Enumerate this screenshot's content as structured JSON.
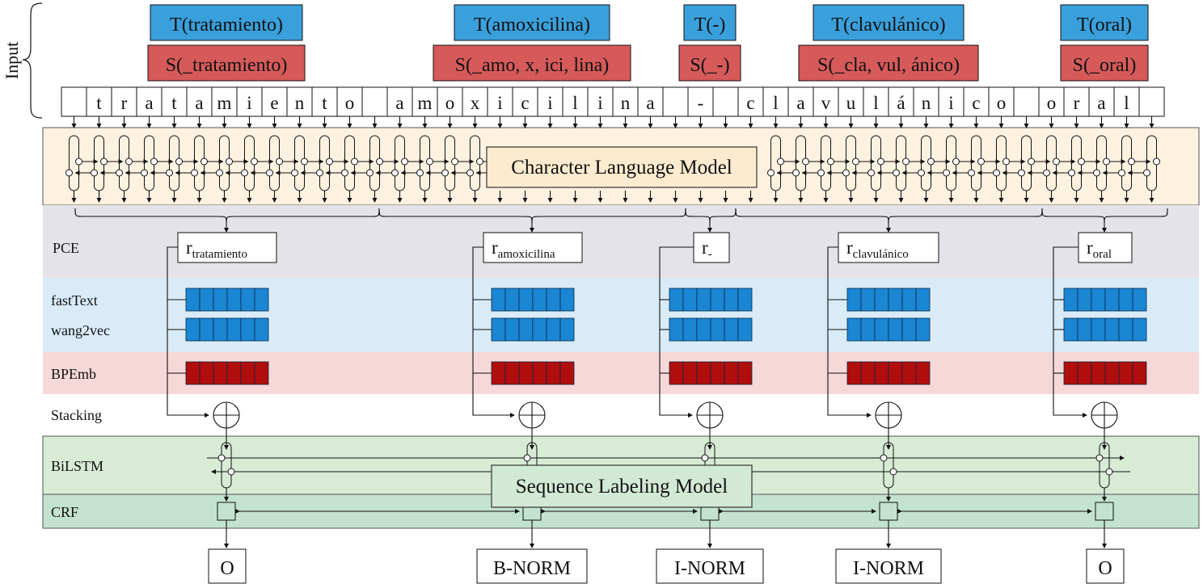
{
  "input_label": "Input",
  "tokens": [
    {
      "t": "T(tratamiento)",
      "s": "S(_tratamiento)"
    },
    {
      "t": "T(amoxicilina)",
      "s": "S(_amo, x, ici, lina)"
    },
    {
      "t": "T(-)",
      "s": "S(_-)"
    },
    {
      "t": "T(clavulánico)",
      "s": "S(_cla, vul, ánico)"
    },
    {
      "t": "T(oral)",
      "s": "S(_oral)"
    }
  ],
  "characters": [
    "",
    "t",
    "r",
    "a",
    "t",
    "a",
    "m",
    "i",
    "e",
    "n",
    "t",
    "o",
    "",
    "a",
    "m",
    "o",
    "x",
    "i",
    "c",
    "i",
    "l",
    "i",
    "n",
    "a",
    "",
    "-",
    "",
    "c",
    "l",
    "a",
    "v",
    "u",
    "l",
    "á",
    "n",
    "i",
    "c",
    "o",
    "",
    "o",
    "r",
    "a",
    "l",
    ""
  ],
  "char_lm_label": "Character Language Model",
  "layers": {
    "pce": "PCE",
    "fasttext": "fastText",
    "wang2vec": "wang2vec",
    "bpemb": "BPEmb",
    "stacking": "Stacking",
    "bilstm": "BiLSTM",
    "crf": "CRF"
  },
  "pce_reps": [
    {
      "base": "r",
      "sub": "tratamiento"
    },
    {
      "base": "r",
      "sub": "amoxicilina"
    },
    {
      "base": "r",
      "sub": "-"
    },
    {
      "base": "r",
      "sub": "clavulánico"
    },
    {
      "base": "r",
      "sub": "oral"
    }
  ],
  "seq_model_label": "Sequence Labeling Model",
  "outputs": [
    "O",
    "B-NORM",
    "I-NORM",
    "I-NORM",
    "O"
  ],
  "colors": {
    "token_blue": "#3aa0dc",
    "subword_red": "#d65a5a",
    "charlm_bg": "#fdf1e0",
    "pce_bg": "#e4e4e8",
    "embed_bg": "#d8ebf7",
    "bpemb_bg": "#f6d8d8",
    "bilstm_bg": "#d7ebd5",
    "crf_bg": "#c3e2cf",
    "vec_blue": "#1a86d4",
    "vec_red": "#b00d0d"
  }
}
